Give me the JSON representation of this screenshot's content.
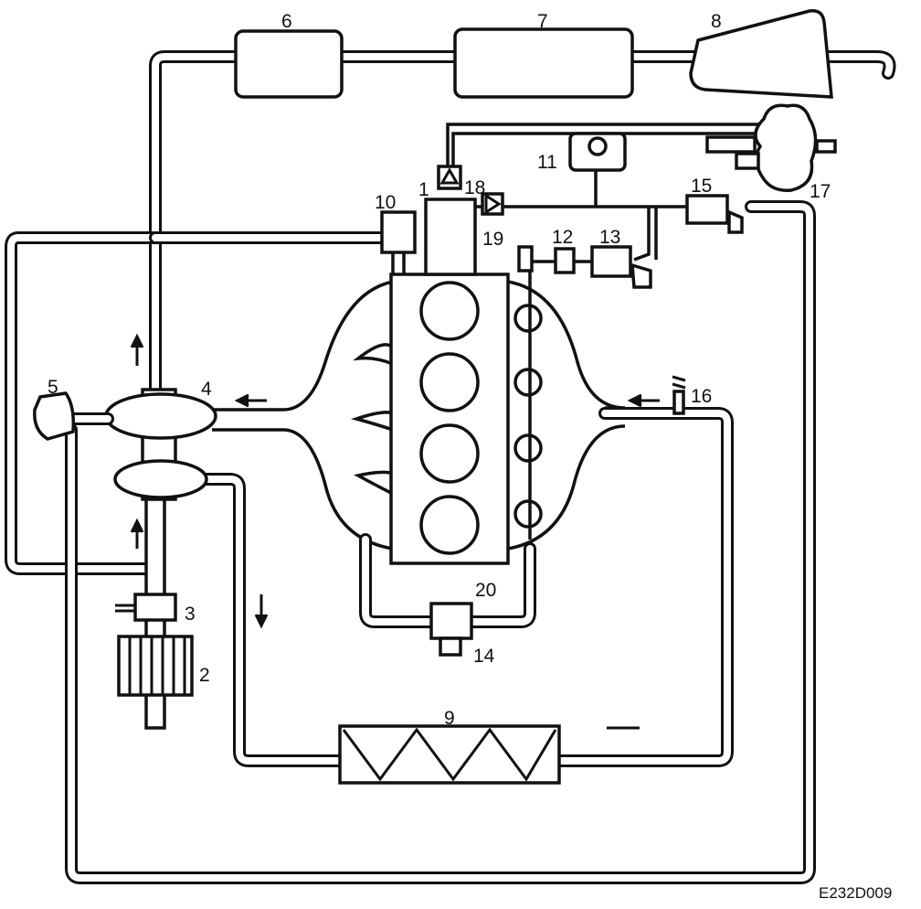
{
  "diagram": {
    "code": "E232D009",
    "labels": [
      "1",
      "2",
      "3",
      "4",
      "5",
      "6",
      "7",
      "8",
      "9",
      "10",
      "11",
      "12",
      "13",
      "14",
      "15",
      "16",
      "17",
      "18",
      "19",
      "20"
    ]
  }
}
